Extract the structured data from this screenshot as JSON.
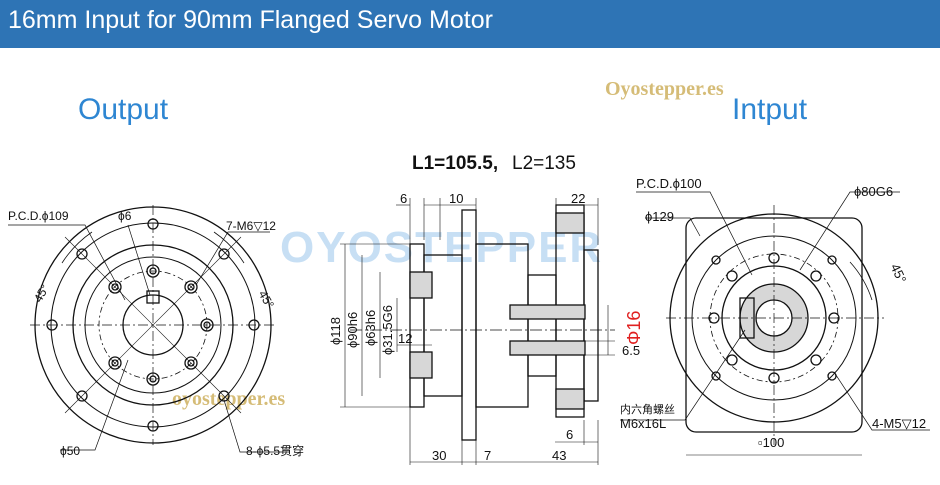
{
  "header": {
    "title": "16mm Input for 90mm Flanged Servo Motor",
    "bg_color": "#2e74b5"
  },
  "labels": {
    "output": "Output",
    "input": "Intput",
    "accent_color": "#2e86d2"
  },
  "watermark": {
    "site": "Oyostepper.es",
    "site_lower": "oyostepper.es",
    "logo_text": "OYOSTEPPER"
  },
  "lengths": {
    "l1": "L1=105.5,",
    "l2": "L2=135"
  },
  "output_view": {
    "pcd": "P.C.D.ϕ109",
    "pin": "ϕ6",
    "tap": "7-M6▽12",
    "angle_left": "45°",
    "angle_right": "45°",
    "dia50": "ϕ50",
    "holes": "8-ϕ5.5贯穿"
  },
  "side_view": {
    "dim6_top": "6",
    "dim10": "10",
    "dim22": "22",
    "d118": "ϕ118",
    "d90": "ϕ90h6",
    "d63": "ϕ63h6",
    "d31": "ϕ31.5G6",
    "dim12": "12",
    "phi16": "Φ16",
    "dim6_5": "6.5",
    "dim6_bottom": "6",
    "dim30": "30",
    "dim7": "7",
    "dim43": "43",
    "phi16_color": "#e02020"
  },
  "input_view": {
    "pcd": "P.C.D.ϕ100",
    "d80": "ϕ80G6",
    "d129": "ϕ129",
    "angle": "45°",
    "screw_cn": "内六角螺丝",
    "screw": "M6x16L",
    "tap": "4-M5▽12",
    "square": "▫100"
  }
}
